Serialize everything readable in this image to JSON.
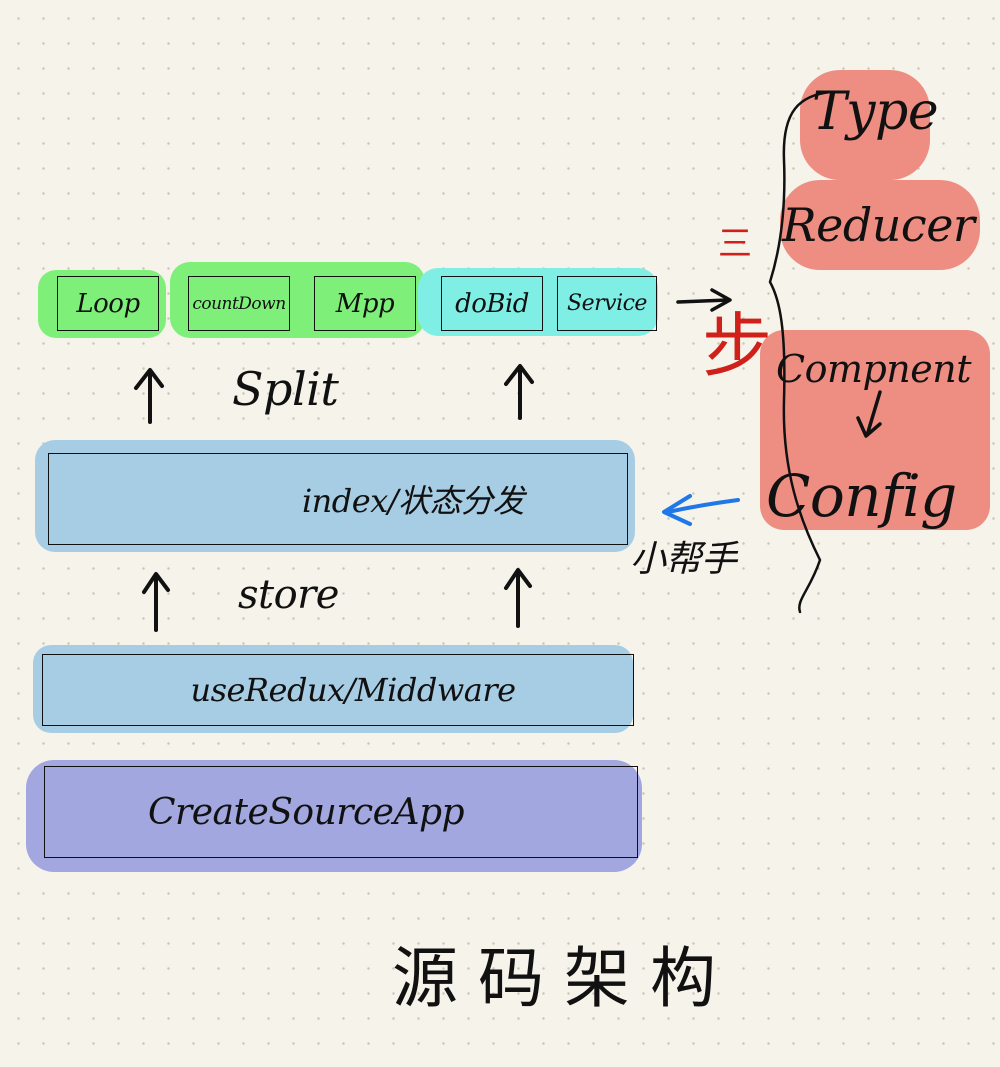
{
  "modules": {
    "loop": "Loop",
    "countdown": "countDown",
    "mpp": "Mpp",
    "dobid": "doBid",
    "service": "Service"
  },
  "split_label": "Split",
  "index_layer": "index/状态分发",
  "store_label": "store",
  "middleware_layer": "useRedux/Middware",
  "app_layer": "CreateSourceApp",
  "helper_label": "小帮手",
  "side_group": {
    "type": "Type",
    "reducer": "Reducer",
    "component": "Compnent",
    "config": "Config"
  },
  "red_note_top": "三",
  "red_note_bottom": "步",
  "footer_title": "源 码 架 构",
  "colors": {
    "green": "#7ef07a",
    "cyan": "#7fefe6",
    "blue": "#a7cde4",
    "purple": "#a2a7e0",
    "salmon": "#ee8e82",
    "red_ink": "#d0201a",
    "blue_arrow": "#1f77e8"
  }
}
